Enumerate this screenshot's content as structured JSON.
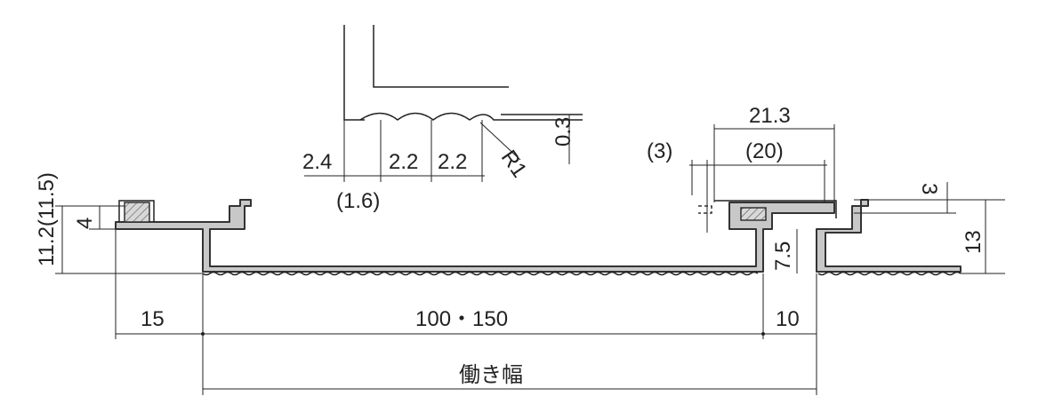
{
  "labels": {
    "detail_2_4": "2.4",
    "detail_2_2_a": "2.2",
    "detail_2_2_b": "2.2",
    "detail_r1": "R1",
    "detail_0_3": "0.3",
    "detail_1_6": "(1.6)",
    "left_height": "11.2(11.5)",
    "left_4": "4",
    "right_21_3": "21.3",
    "right_3_paren": "(3)",
    "right_20_paren": "(20)",
    "right_3": "3",
    "right_13": "13",
    "right_7_5": "7.5",
    "bottom_15": "15",
    "bottom_100_150": "100・150",
    "bottom_10": "10",
    "working_width": "働き幅"
  }
}
